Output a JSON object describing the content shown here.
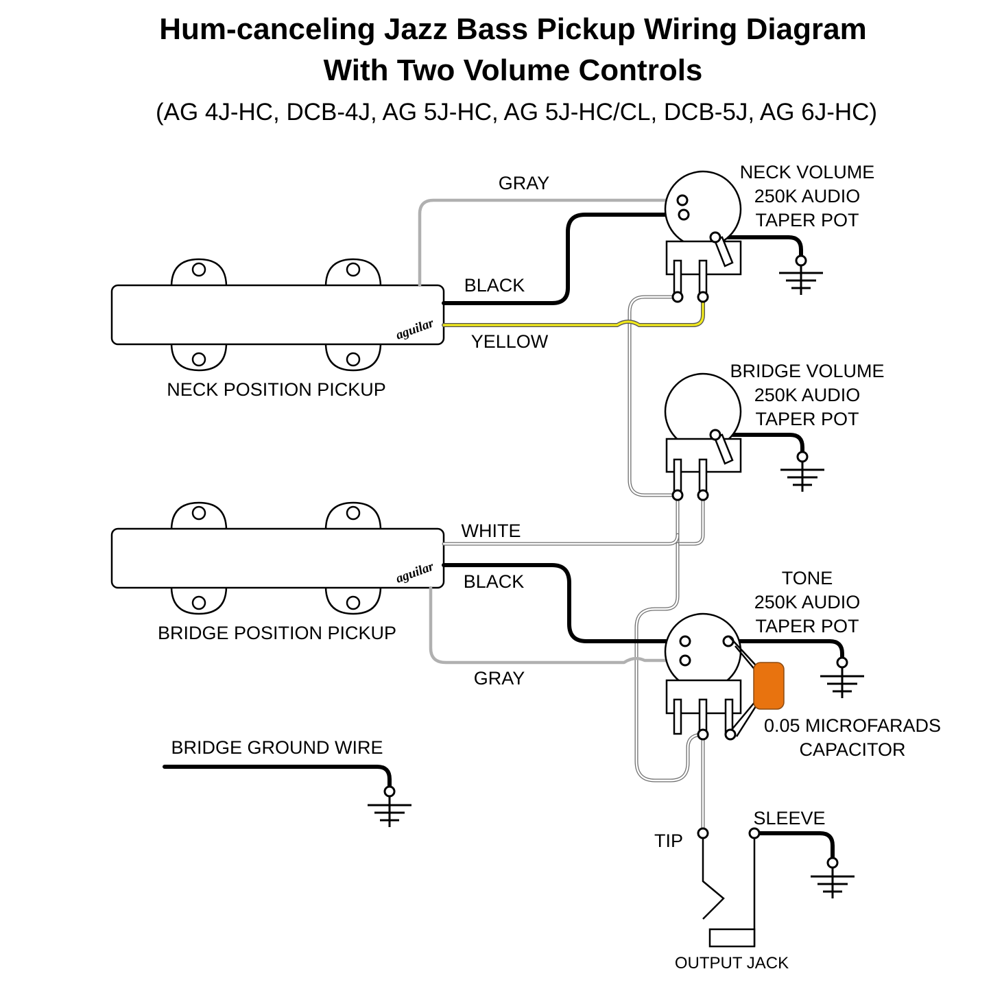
{
  "title_line1": "Hum-canceling Jazz Bass Pickup Wiring Diagram",
  "title_line2": "With Two Volume Controls",
  "subtitle": "(AG 4J-HC, DCB-4J, AG 5J-HC, AG 5J-HC/CL, DCB-5J, AG 6J-HC)",
  "brand_logo": "aguilar",
  "pickups": {
    "neck": "NECK POSITION PICKUP",
    "bridge": "BRIDGE POSITION PICKUP"
  },
  "wires": {
    "neck_gray": "GRAY",
    "neck_black": "BLACK",
    "neck_yellow": "YELLOW",
    "bridge_white": "WHITE",
    "bridge_black": "BLACK",
    "bridge_gray": "GRAY"
  },
  "pots": {
    "neck": {
      "line1": "NECK VOLUME",
      "line2": "250K AUDIO",
      "line3": "TAPER POT"
    },
    "bridge": {
      "line1": "BRIDGE VOLUME",
      "line2": "250K AUDIO",
      "line3": "TAPER POT"
    },
    "tone": {
      "line1": "TONE",
      "line2": "250K AUDIO",
      "line3": "TAPER POT"
    }
  },
  "capacitor": {
    "line1": "0.05 MICROFARADS",
    "line2": "CAPACITOR",
    "color": "#e8730f"
  },
  "bridge_ground_wire": "BRIDGE GROUND WIRE",
  "jack": {
    "tip": "TIP",
    "sleeve": "SLEEVE",
    "label": "OUTPUT JACK"
  },
  "colors": {
    "black_wire": "#000000",
    "gray_wire": "#b0b0b0",
    "yellow_wire": "#f2ea1c",
    "white_wire": "#ffffff"
  }
}
